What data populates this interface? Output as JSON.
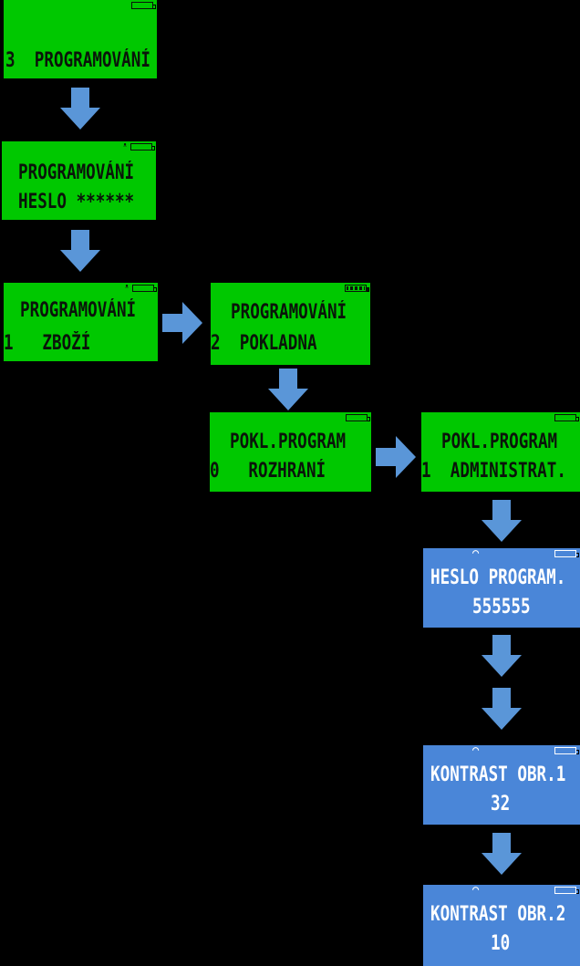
{
  "colors": {
    "green_lcd": "#00c800",
    "blue_lcd": "#4a86d8",
    "arrow": "#5a96d8"
  },
  "screens": [
    {
      "id": "s1",
      "lines": [
        "",
        "3  PROGRAMOVÁNÍ"
      ]
    },
    {
      "id": "s2",
      "lines": [
        "PROGRAMOVÁNÍ",
        "HESLO ******"
      ]
    },
    {
      "id": "s3",
      "lines": [
        "PROGRAMOVÁNÍ",
        "1   ZBOŽÍ"
      ]
    },
    {
      "id": "s4",
      "lines": [
        "PROGRAMOVÁNÍ",
        "2  POKLADNA"
      ]
    },
    {
      "id": "s5",
      "lines": [
        "POKL.PROGRAM",
        "0   ROZHRANÍ"
      ]
    },
    {
      "id": "s6",
      "lines": [
        "POKL.PROGRAM",
        "1  ADMINISTRAT."
      ]
    },
    {
      "id": "s7",
      "lines": [
        "HESLO PROGRAM.",
        "555555"
      ]
    },
    {
      "id": "s8",
      "lines": [
        "KONTRAST OBR.1",
        "32"
      ]
    },
    {
      "id": "s9",
      "lines": [
        "KONTRAST OBR.2",
        "10"
      ]
    }
  ],
  "icons": {
    "battery": "battery-icon",
    "signal": "signal-icon",
    "arrow_down": "arrow-down-icon",
    "arrow_right": "arrow-right-icon"
  }
}
